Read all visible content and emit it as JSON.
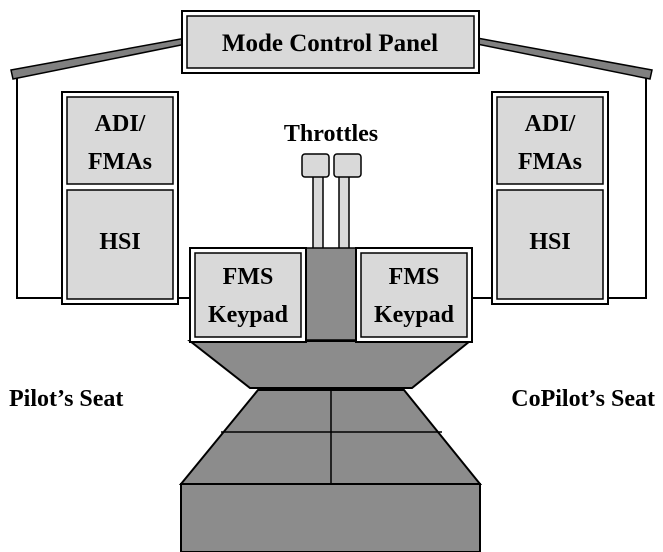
{
  "mode_control_panel": {
    "label": "Mode Control Panel"
  },
  "throttles": {
    "label": "Throttles"
  },
  "pilot_side": {
    "adi_line1": "ADI/",
    "adi_line2": "FMAs",
    "hsi": "HSI",
    "fms_line1": "FMS",
    "fms_line2": "Keypad",
    "seat": "Pilot’s Seat"
  },
  "copilot_side": {
    "adi_line1": "ADI/",
    "adi_line2": "FMAs",
    "hsi": "HSI",
    "fms_line1": "FMS",
    "fms_line2": "Keypad",
    "seat": "CoPilot’s Seat"
  },
  "colors": {
    "panel_fill": "#d9d9d9",
    "pedestal_fill": "#8c8c8c",
    "outline": "#000000",
    "glareshield": "#808080"
  }
}
